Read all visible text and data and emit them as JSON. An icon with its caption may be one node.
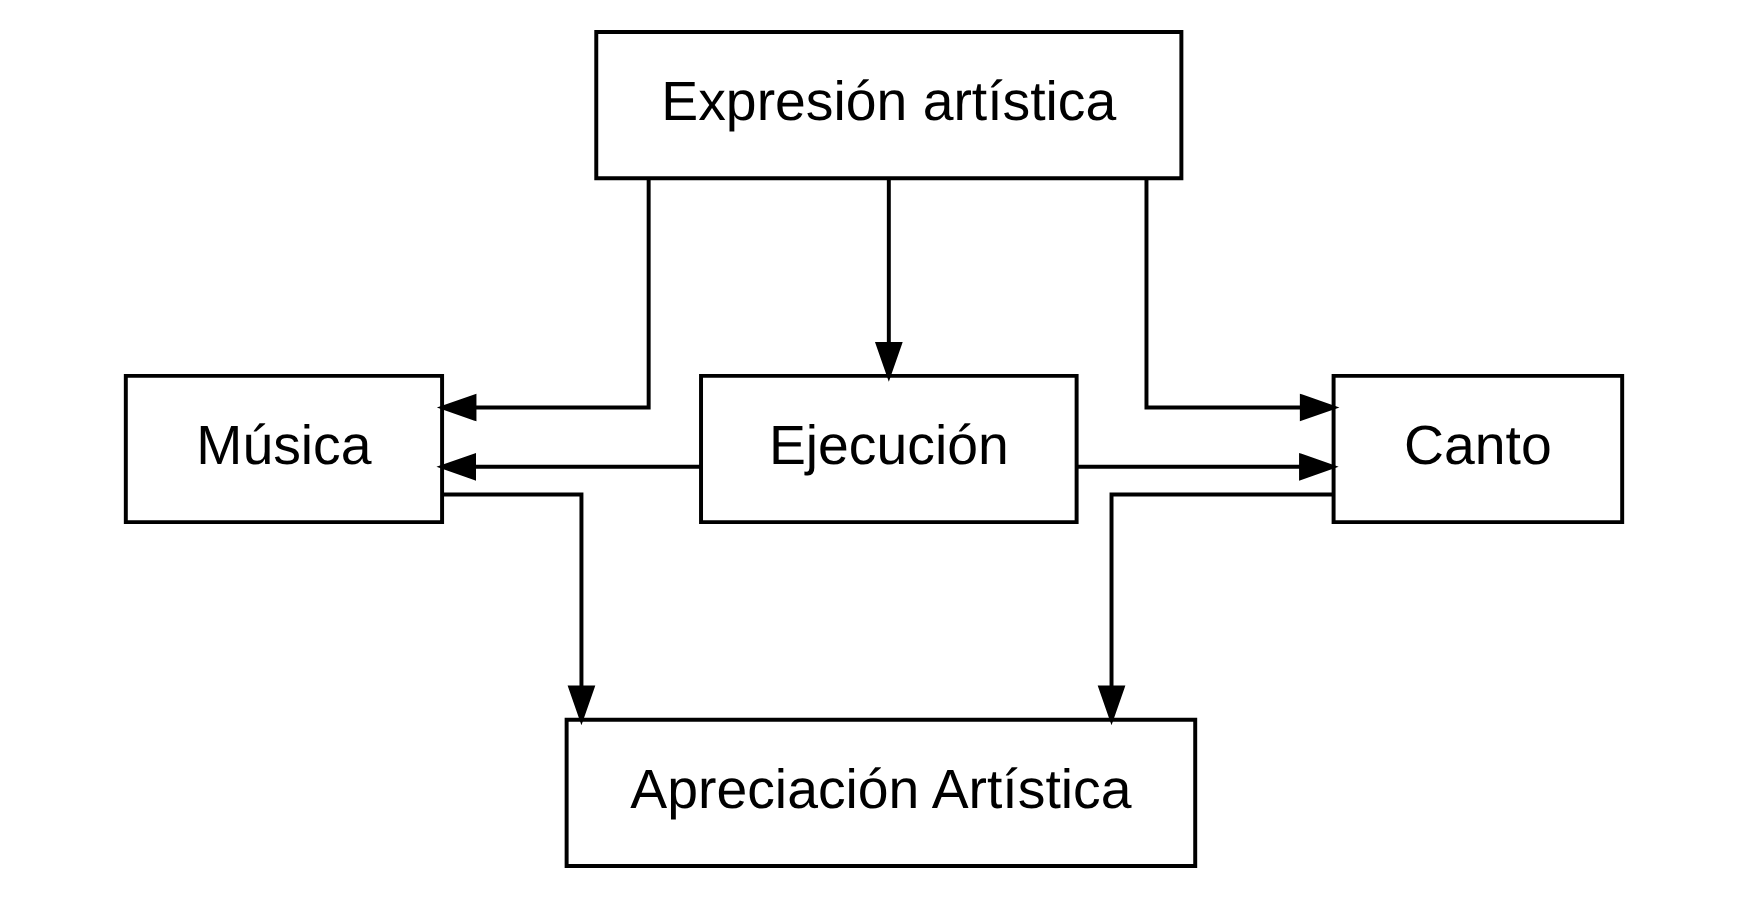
{
  "diagram": {
    "nodes": [
      {
        "text": [
          "Expresión artística"
        ]
      },
      {
        "text": [
          "Música"
        ]
      },
      {
        "text": [
          "Ejecución"
        ]
      },
      {
        "text": [
          "Canto"
        ]
      },
      {
        "text": [
          "Apreciación Artística"
        ]
      }
    ],
    "edges": [
      {
        "from": 0,
        "to": 1,
        "arrow": "to"
      },
      {
        "from": 0,
        "to": 2,
        "arrow": "to"
      },
      {
        "from": 0,
        "to": 3,
        "arrow": "to"
      },
      {
        "from": 2,
        "to": 1,
        "arrow": "to"
      },
      {
        "from": 2,
        "to": 3,
        "arrow": "to"
      },
      {
        "from": 1,
        "to": 4,
        "arrow": "to"
      },
      {
        "from": 3,
        "to": 4,
        "arrow": "to"
      }
    ]
  }
}
